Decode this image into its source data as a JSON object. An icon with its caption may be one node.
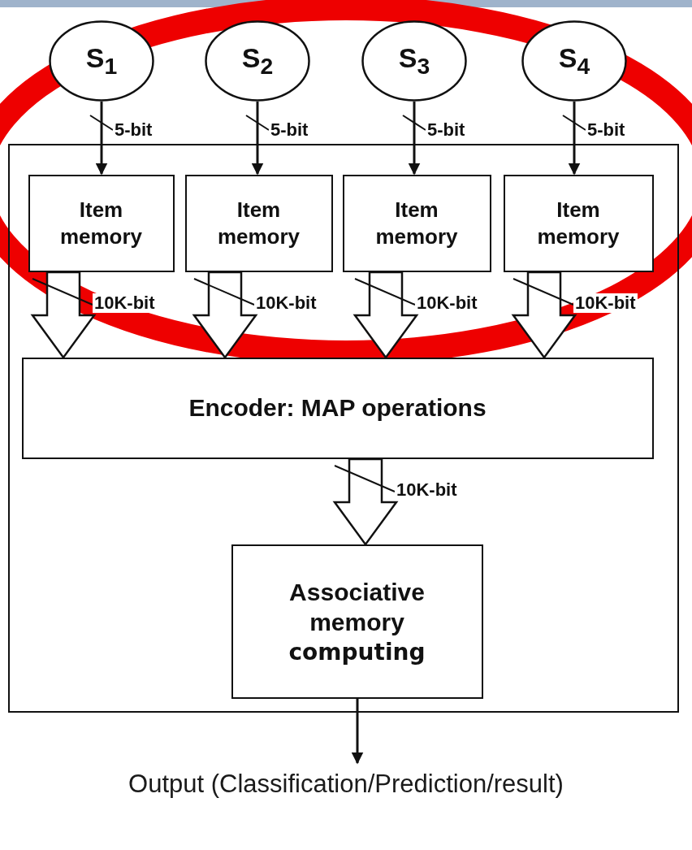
{
  "diagram": {
    "nodes": [
      {
        "text": [
          "S$_{1}$"
        ]
      },
      {
        "text": [
          "S$_{2}$"
        ]
      },
      {
        "text": [
          "S$_{3}$"
        ]
      },
      {
        "text": [
          "S$_{4}$"
        ]
      },
      {
        "text": [],
        "shape": "box"
      },
      {
        "text": [
          "Item memory"
        ],
        "in": 4
      },
      {
        "text": [
          "Item memory"
        ],
        "in": 4
      },
      {
        "text": [
          "Item memory"
        ],
        "in": 4
      },
      {
        "text": [
          "Item memory"
        ],
        "in": 4
      },
      {
        "text": [
          "Encoder: MAP operations"
        ],
        "in": 4
      },
      {
        "text": [
          "Associative memory",
          "computing"
        ],
        "in": 4
      },
      {
        "text": [
          "Output (Classification/Prediction/result)"
        ]
      }
    ],
    "edges": [
      {
        "from": 0,
        "to": 5,
        "arrow": "to",
        "label": "5-bit"
      },
      {
        "from": 1,
        "to": 6,
        "arrow": "to",
        "label": "5-bit"
      },
      {
        "from": 2,
        "to": 7,
        "arrow": "to",
        "label": "5-bit"
      },
      {
        "from": 3,
        "to": 8,
        "arrow": "to",
        "label": "5-bit"
      },
      {
        "from": 5,
        "to": 9,
        "arrow": "to",
        "label": "10K-bit",
        "style": "thick"
      },
      {
        "from": 6,
        "to": 9,
        "arrow": "to",
        "label": "10K-bit",
        "style": "thick"
      },
      {
        "from": 7,
        "to": 9,
        "arrow": "to",
        "label": "10K-bit",
        "style": "thick"
      },
      {
        "from": 8,
        "to": 9,
        "arrow": "to",
        "label": "10K-bit",
        "style": "thick"
      },
      {
        "from": 9,
        "to": 10,
        "arrow": "to",
        "label": "10K-bit",
        "style": "thick"
      },
      {
        "from": 10,
        "to": 11,
        "arrow": "to"
      }
    ]
  }
}
